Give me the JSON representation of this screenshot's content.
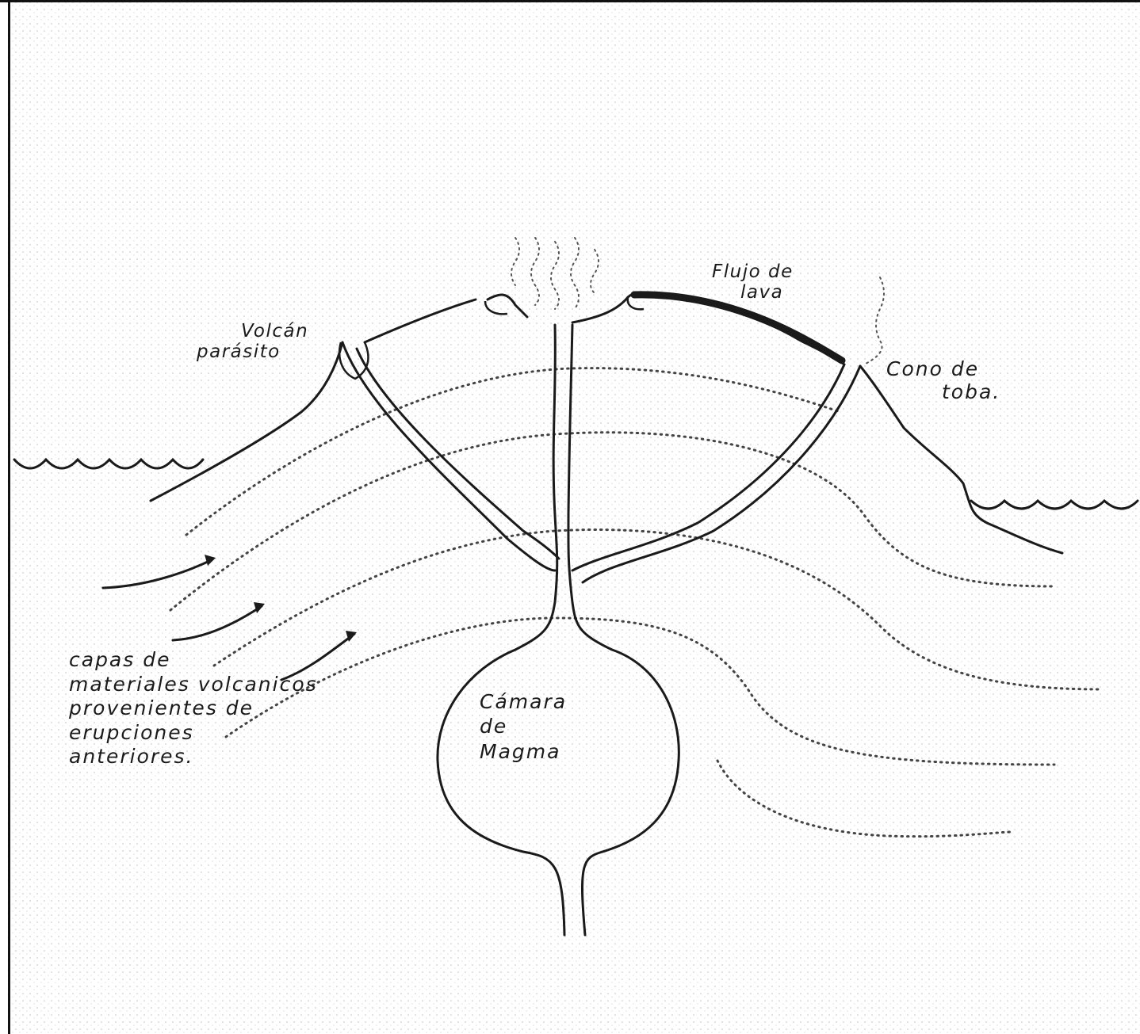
{
  "labels": {
    "parasitic_volcano": [
      "Volcán",
      "parásito"
    ],
    "lava_flow": [
      "Flujo de",
      "lava"
    ],
    "tuff_cone": [
      "Cono  de",
      "toba."
    ],
    "magma_chamber": [
      "Cámara",
      "de",
      "Magma"
    ],
    "volcanic_layers": [
      "capas  de",
      "materiales  volcanicos",
      "provenientes  de",
      "erupciones",
      "anteriores."
    ]
  },
  "colors": {
    "ink": "#1a1a1a",
    "background": "#ffffff",
    "stipple": "#444444"
  }
}
